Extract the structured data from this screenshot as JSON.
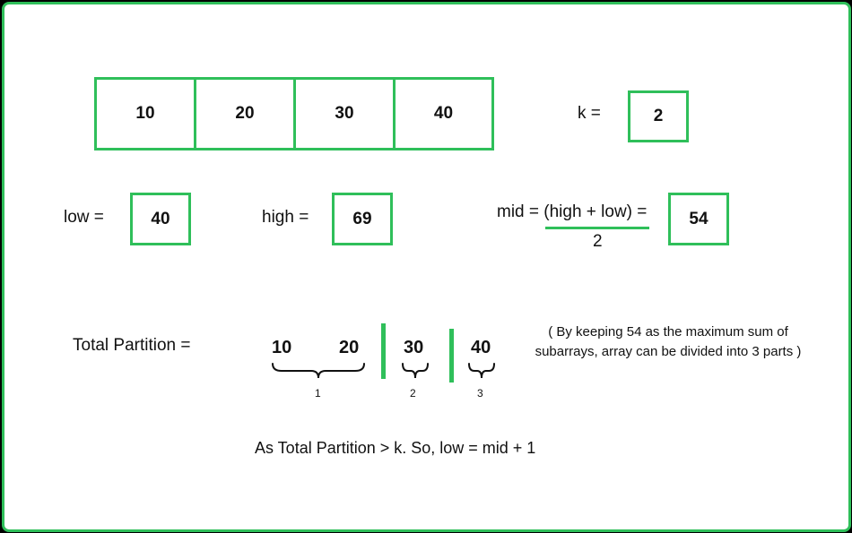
{
  "array": [
    "10",
    "20",
    "30",
    "40"
  ],
  "k": {
    "label": "k =",
    "value": "2"
  },
  "low": {
    "label": "low =",
    "value": "40"
  },
  "high": {
    "label": "high =",
    "value": "69"
  },
  "mid": {
    "numerator": "mid = (high + low) =",
    "denominator": "2",
    "value": "54"
  },
  "partition": {
    "label": "Total Partition =",
    "groups": [
      {
        "values": [
          "10",
          "20"
        ],
        "index": "1"
      },
      {
        "values": [
          "30"
        ],
        "index": "2"
      },
      {
        "values": [
          "40"
        ],
        "index": "3"
      }
    ]
  },
  "note": "( By keeping 54 as the maximum sum of subarrays, array can be divided into 3 parts )",
  "conclusion": "As Total Partition > k. So, low = mid + 1",
  "colors": {
    "accent": "#2fbf5a",
    "border": "#000000",
    "text": "#111111"
  }
}
